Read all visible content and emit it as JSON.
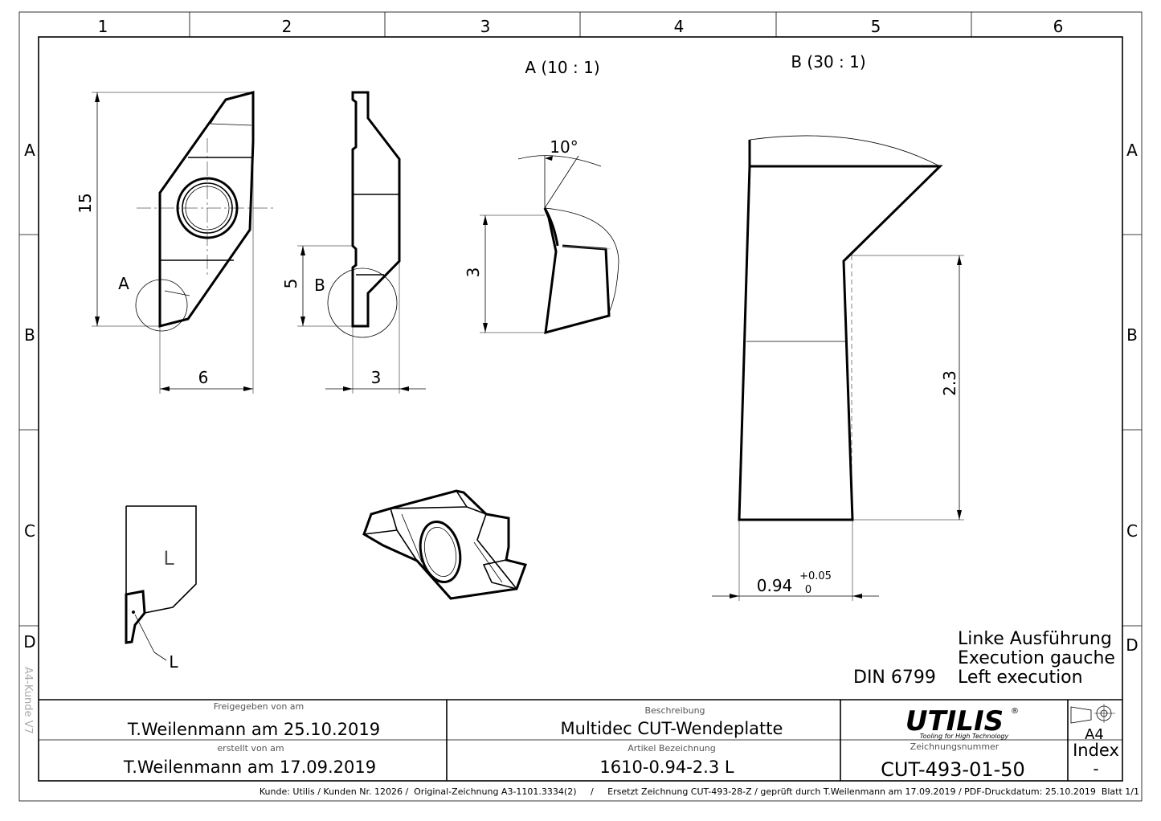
{
  "frame": {
    "columns": [
      "1",
      "2",
      "3",
      "4",
      "5",
      "6"
    ],
    "rows": [
      "A",
      "B",
      "C",
      "D"
    ],
    "side_label": "A4-Kunde V7"
  },
  "views": {
    "detail_a_title": "A (10 : 1)",
    "detail_b_title": "B (30 : 1)",
    "marker_a": "A",
    "marker_b": "B",
    "marker_l": "L",
    "symbol_l": "L"
  },
  "dimensions": {
    "height_15": "15",
    "width_6": "6",
    "height_5": "5",
    "width_3": "3",
    "angle_10": "10°",
    "height_3": "3",
    "height_2_3": "2.3",
    "width_0_94": "0.94",
    "tol_upper": "+0.05",
    "tol_lower": "0"
  },
  "notes": {
    "standard": "DIN 6799",
    "execution_de": "Linke Ausführung",
    "execution_fr": "Execution gauche",
    "execution_en": "Left execution"
  },
  "title_block": {
    "released_label": "Freigegeben von am",
    "released_value": "T.Weilenmann am 25.10.2019",
    "created_label": "erstellt von am",
    "created_value": "T.Weilenmann am 17.09.2019",
    "description_label": "Beschreibung",
    "description_value": "Multidec CUT-Wendeplatte",
    "article_label": "Artikel Bezeichnung",
    "article_value": "1610-0.94-2.3 L",
    "logo_text": "UTILIS",
    "logo_reg": "®",
    "logo_tagline": "Tooling for High Technology",
    "drawing_no_label": "Zeichnungsnummer",
    "drawing_no_value": "CUT-493-01-50",
    "paper_size": "A4",
    "index_label": "Index",
    "index_value": "-"
  },
  "footer": {
    "text": "Kunde: Utilis / Kunden Nr. 12026 /  Original-Zeichnung A3-1101.3334(2)     /     Ersetzt Zeichnung CUT-493-28-Z / geprüft durch T.Weilenmann am 17.09.2019 / PDF-Druckdatum: 25.10.2019  Blatt 1/1"
  }
}
